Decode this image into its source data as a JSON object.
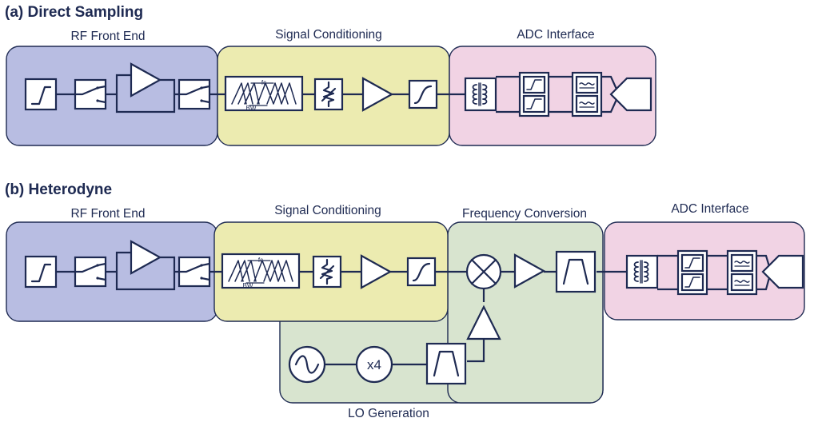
{
  "colors": {
    "ink": "#1e2a52",
    "rf_front_end_fill": "#b8bde2",
    "signal_conditioning_fill": "#ecebb0",
    "adc_interface_fill": "#f1d3e4",
    "frequency_conversion_fill": "#d8e4cf",
    "lo_generation_fill": "#d8e4cf"
  },
  "diagram_a": {
    "heading": "(a) Direct Sampling",
    "groups": {
      "rf_front_end": "RF Front End",
      "signal_conditioning": "Signal Conditioning",
      "adc_interface": "ADC Interface"
    },
    "filter_bank_labels": {
      "center": "fc",
      "bandwidth": "BW"
    }
  },
  "diagram_b": {
    "heading": "(b) Heterodyne",
    "groups": {
      "rf_front_end": "RF Front End",
      "signal_conditioning": "Signal Conditioning",
      "frequency_conversion": "Frequency Conversion",
      "adc_interface": "ADC Interface",
      "lo_generation": "LO Generation"
    },
    "filter_bank_labels": {
      "center": "fc",
      "bandwidth": "BW"
    },
    "multiplier_label": "x4"
  },
  "icons": [
    "lowpass-filter-icon",
    "switch-icon",
    "amplifier-icon",
    "filter-bank-icon",
    "attenuator-icon",
    "mixer-icon",
    "bandpass-filter-icon",
    "balun-icon",
    "oscillator-icon",
    "adc-icon"
  ]
}
